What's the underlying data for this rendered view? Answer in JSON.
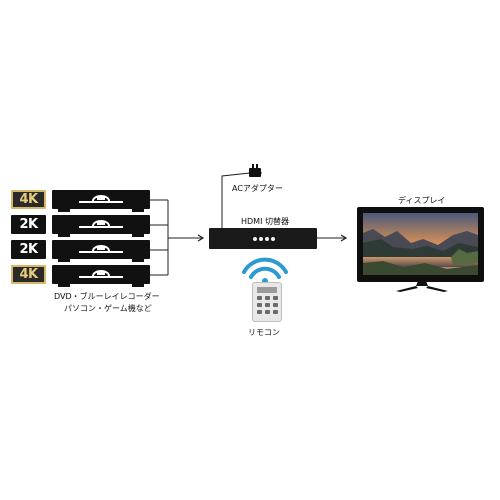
{
  "sources": {
    "badges": [
      {
        "label": "4K",
        "style": "gold"
      },
      {
        "label": "2K",
        "style": "plain"
      },
      {
        "label": "2K",
        "style": "plain"
      },
      {
        "label": "4K",
        "style": "gold"
      }
    ],
    "caption_line1": "DVD・ブルーレイレコーダー",
    "caption_line2": "パソコン・ゲーム機など"
  },
  "adapter": {
    "label": "ACアダプター"
  },
  "switcher": {
    "label": "HDMI 切替器"
  },
  "remote": {
    "label": "リモコン"
  },
  "display": {
    "label": "ディスプレイ"
  },
  "colors": {
    "gold_border": "#d7b66a",
    "gold_text": "#e8cd7a",
    "device": "#111111",
    "wifi": "#2b9ad2",
    "line": "#222222"
  },
  "icons": [
    "disc-tray-icon",
    "power-plug-icon",
    "wireless-signal-icon",
    "remote-control-icon",
    "arrow-right-icon",
    "display-icon"
  ]
}
